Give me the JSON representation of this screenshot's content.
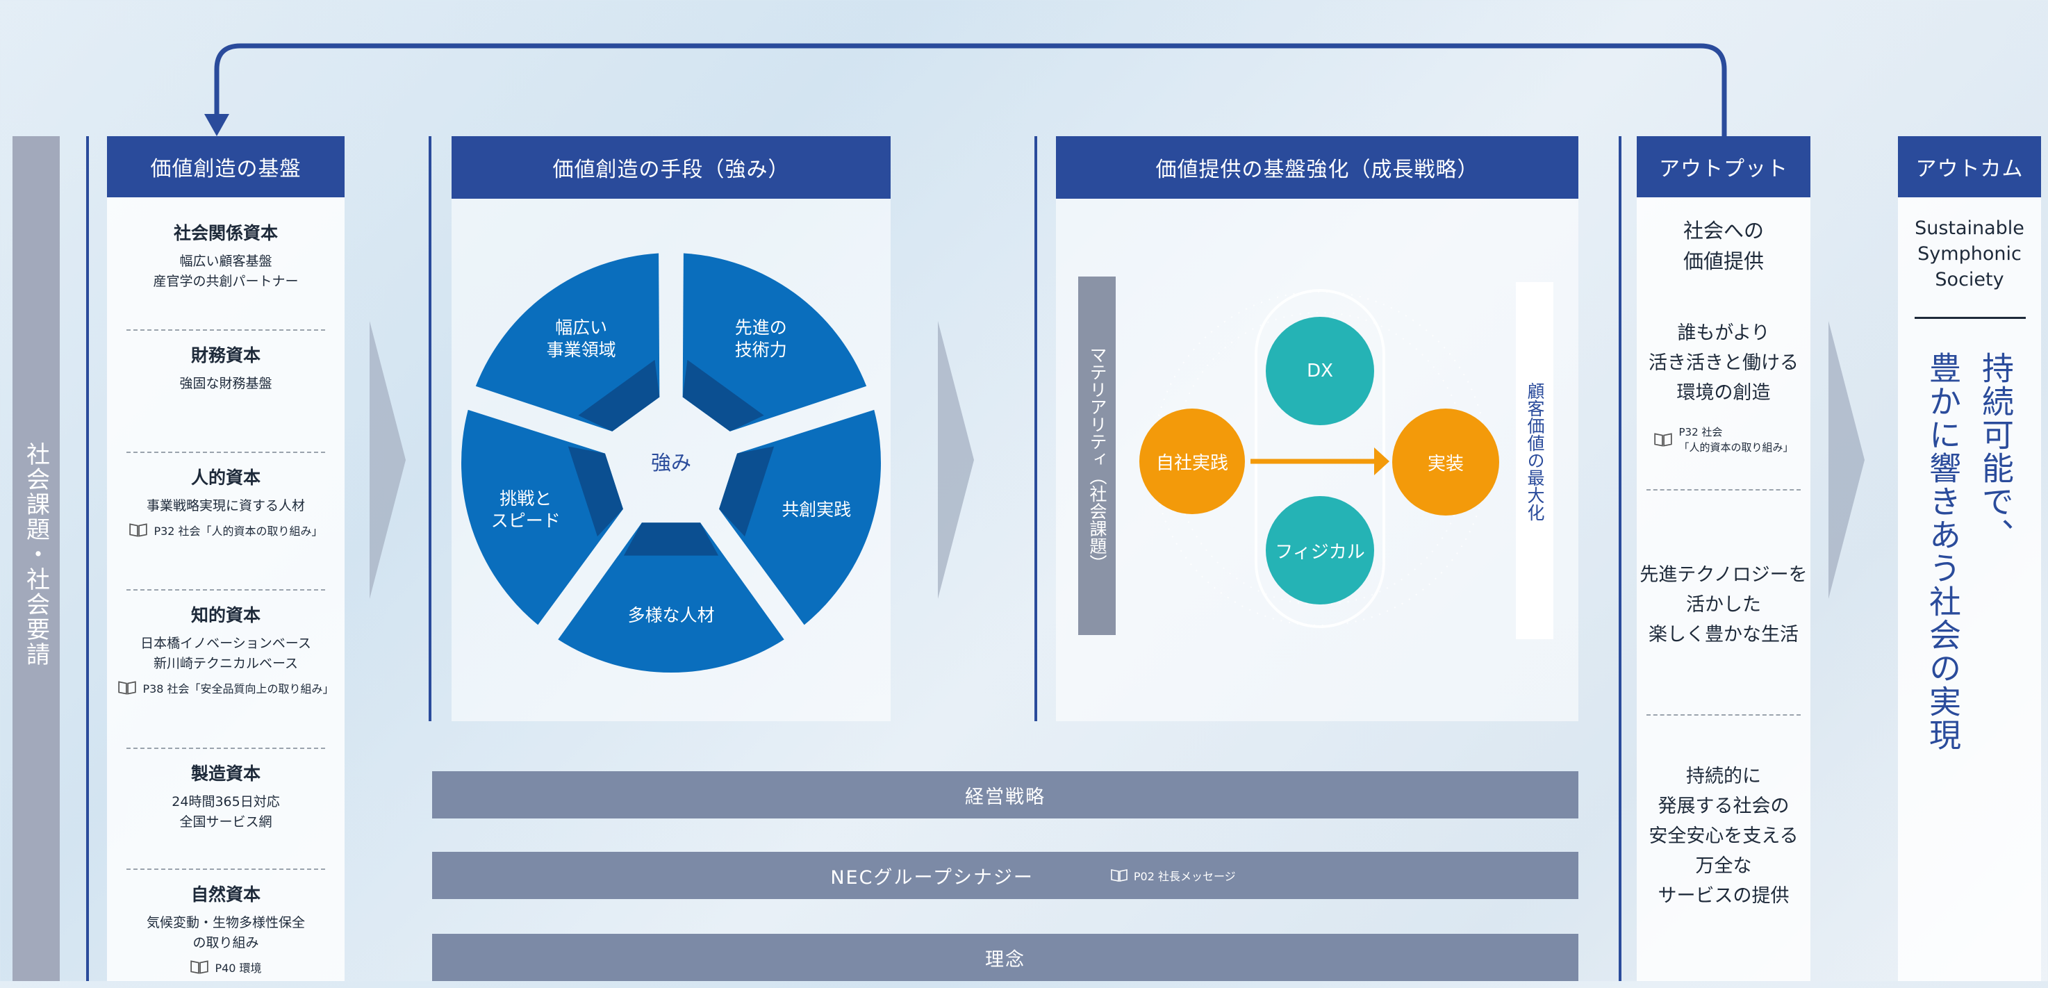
{
  "left_band": {
    "label": "社会課題・社会要請"
  },
  "base": {
    "header": "価値創造の基盤",
    "sections": [
      {
        "title": "社会関係資本",
        "lines": [
          "幅広い顧客基盤",
          "産官学の共創パートナー"
        ],
        "ref": ""
      },
      {
        "title": "財務資本",
        "lines": [
          "強固な財務基盤"
        ],
        "ref": ""
      },
      {
        "title": "人的資本",
        "lines": [
          "事業戦略実現に資する人材"
        ],
        "ref": "P32 社会「人的資本の取り組み」"
      },
      {
        "title": "知的資本",
        "lines": [
          "日本橋イノベーションベース",
          "新川崎テクニカルベース"
        ],
        "ref": "P38 社会「安全品質向上の取り組み」"
      },
      {
        "title": "製造資本",
        "lines": [
          "24時間365日対応",
          "全国サービス網"
        ],
        "ref": ""
      },
      {
        "title": "自然資本",
        "lines": [
          "気候変動・生物多様性保全",
          "の取り組み"
        ],
        "ref": "P40 環境"
      }
    ]
  },
  "means": {
    "header": "価値創造の手段（強み）",
    "center": "強み",
    "segments": [
      "幅広い\n事業領域",
      "先進の\n技術力",
      "共創実践",
      "多様な人材",
      "挑戦と\nスピード"
    ],
    "colors": {
      "outer": "#0a6ebd",
      "inner": "#0b4f91"
    }
  },
  "growth": {
    "header": "価値提供の基盤強化（成長戦略）",
    "left_label": "マテリアリティ（社会課題）",
    "right_label": "顧客価値の最大化",
    "nodes": {
      "self": "自社実践",
      "dx": "DX",
      "physical": "フィジカル",
      "impl": "実装"
    },
    "colors": {
      "orange": "#f39a0a",
      "teal": "#25b3b5"
    }
  },
  "bars": {
    "strategy": "経営戦略",
    "synergy": "NECグループシナジー",
    "synergy_ref": "P02 社長メッセージ",
    "philosophy": "理念"
  },
  "output": {
    "header": "アウトプット",
    "title": "社会への\n価値提供",
    "items": [
      {
        "text": "誰もがより\n活き活きと働ける\n環境の創造",
        "ref": "P32 社会\n「人的資本の取り組み」"
      },
      {
        "text": "先進テクノロジーを\n活かした\n楽しく豊かな生活",
        "ref": ""
      },
      {
        "text": "持続的に\n発展する社会の\n安全安心を支える\n万全な\nサービスの提供",
        "ref": ""
      }
    ]
  },
  "outcome": {
    "header": "アウトカム",
    "title": "Sustainable\nSymphonic\nSociety",
    "statement_col1": "持続可能で、",
    "statement_col2": "豊かに響きあう社会の実現"
  },
  "theme": {
    "primary": "#2a4b9b",
    "gray_bar": "#7c8aa6",
    "band": "#a2a9bb"
  }
}
